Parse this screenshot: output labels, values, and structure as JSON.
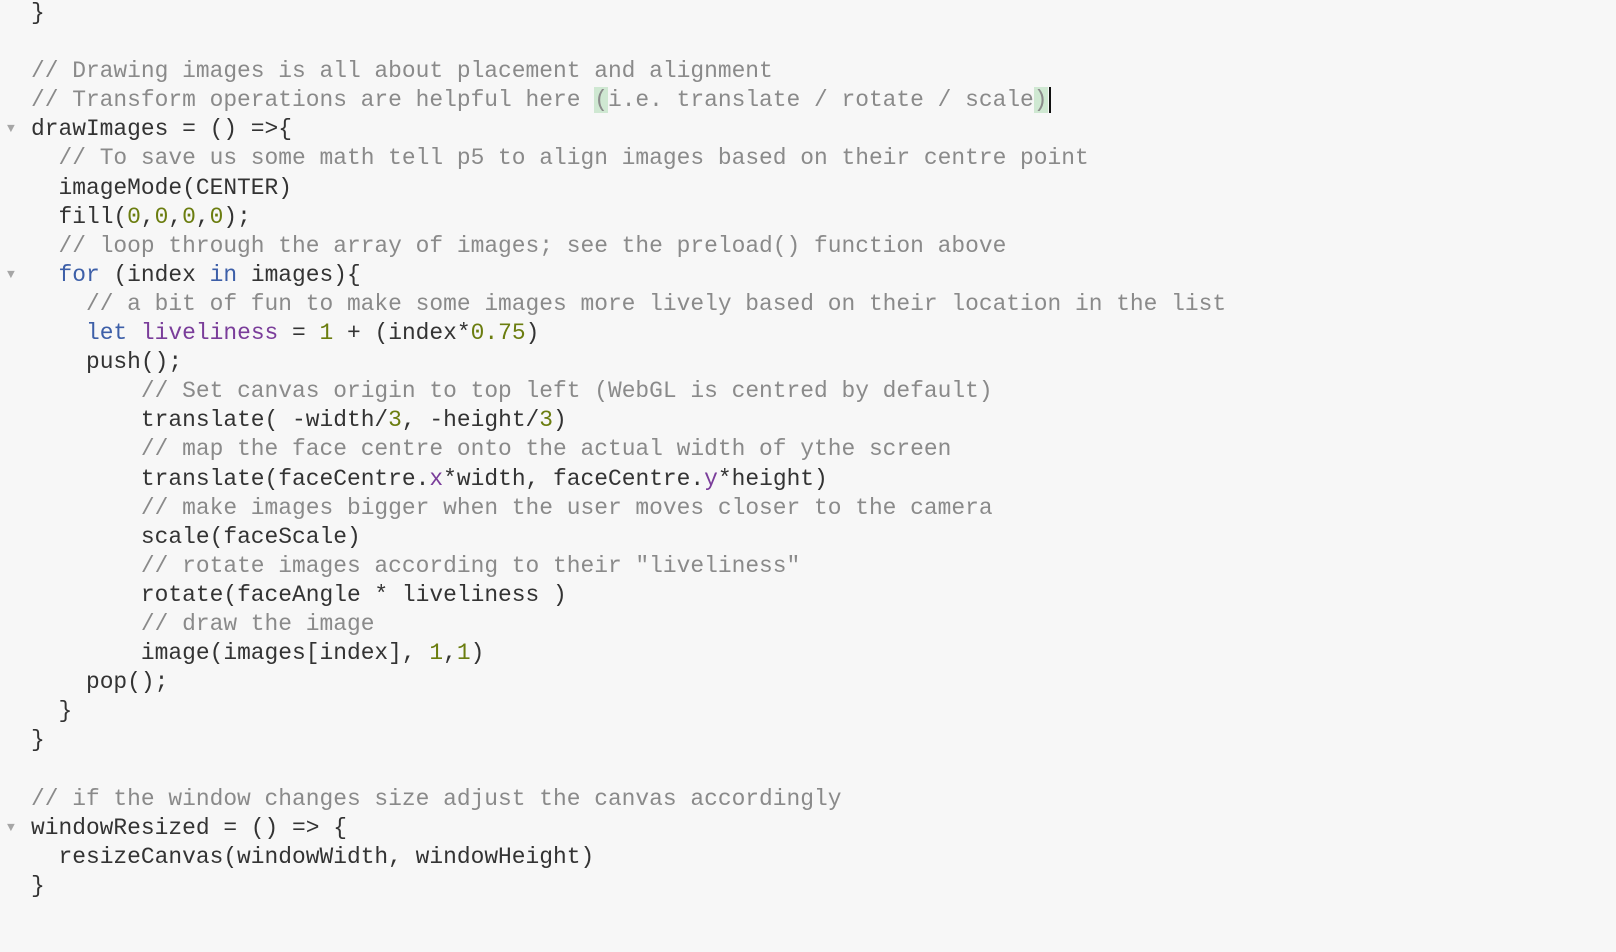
{
  "editor": {
    "colors": {
      "background": "#f7f7f7",
      "text": "#333333",
      "comment": "#8a8a8a",
      "keyword": "#3d5fa8",
      "number": "#6b7d0f",
      "variable": "#7a3d9a",
      "bracket_match": "#cfe8d2",
      "fold_marker": "#a6a6a6"
    },
    "fold_icon": "triangle-down",
    "lines": [
      {
        "indent": "",
        "tokens": [
          {
            "t": "plain",
            "v": "}"
          }
        ]
      },
      {
        "indent": "",
        "tokens": []
      },
      {
        "indent": "",
        "tokens": [
          {
            "t": "comment",
            "v": "// Drawing images is all about placement and alignment"
          }
        ]
      },
      {
        "indent": "",
        "tokens": [
          {
            "t": "comment",
            "v": "// Transform operations are helpful here "
          },
          {
            "t": "match",
            "v": "("
          },
          {
            "t": "comment",
            "v": "i.e. translate / rotate / scale"
          },
          {
            "t": "match",
            "v": ")"
          }
        ],
        "cursor": true
      },
      {
        "indent": "",
        "fold": true,
        "tokens": [
          {
            "t": "plain",
            "v": "drawImages = () =>{"
          }
        ]
      },
      {
        "indent": "  ",
        "tokens": [
          {
            "t": "comment",
            "v": "// To save us some math tell p5 to align images based on their centre point"
          }
        ]
      },
      {
        "indent": "  ",
        "tokens": [
          {
            "t": "plain",
            "v": "imageMode(CENTER)"
          }
        ]
      },
      {
        "indent": "  ",
        "tokens": [
          {
            "t": "plain",
            "v": "fill("
          },
          {
            "t": "number",
            "v": "0"
          },
          {
            "t": "plain",
            "v": ","
          },
          {
            "t": "number",
            "v": "0"
          },
          {
            "t": "plain",
            "v": ","
          },
          {
            "t": "number",
            "v": "0"
          },
          {
            "t": "plain",
            "v": ","
          },
          {
            "t": "number",
            "v": "0"
          },
          {
            "t": "plain",
            "v": ");"
          }
        ]
      },
      {
        "indent": "  ",
        "tokens": [
          {
            "t": "comment",
            "v": "// loop through the array of images; see the preload() function above"
          }
        ]
      },
      {
        "indent": "  ",
        "fold": true,
        "tokens": [
          {
            "t": "keyword",
            "v": "for"
          },
          {
            "t": "plain",
            "v": " (index "
          },
          {
            "t": "keyword",
            "v": "in"
          },
          {
            "t": "plain",
            "v": " images){"
          }
        ]
      },
      {
        "indent": "    ",
        "tokens": [
          {
            "t": "comment",
            "v": "// a bit of fun to make some images more lively based on their location in the list"
          }
        ]
      },
      {
        "indent": "    ",
        "tokens": [
          {
            "t": "keyword",
            "v": "let"
          },
          {
            "t": "plain",
            "v": " "
          },
          {
            "t": "var",
            "v": "liveliness"
          },
          {
            "t": "plain",
            "v": " = "
          },
          {
            "t": "number",
            "v": "1"
          },
          {
            "t": "plain",
            "v": " + (index*"
          },
          {
            "t": "number",
            "v": "0.75"
          },
          {
            "t": "plain",
            "v": ")"
          }
        ]
      },
      {
        "indent": "    ",
        "tokens": [
          {
            "t": "plain",
            "v": "push();"
          }
        ]
      },
      {
        "indent": "        ",
        "tokens": [
          {
            "t": "comment",
            "v": "// Set canvas origin to top left (WebGL is centred by default)"
          }
        ]
      },
      {
        "indent": "        ",
        "tokens": [
          {
            "t": "plain",
            "v": "translate( -width/"
          },
          {
            "t": "number",
            "v": "3"
          },
          {
            "t": "plain",
            "v": ", -height/"
          },
          {
            "t": "number",
            "v": "3"
          },
          {
            "t": "plain",
            "v": ")"
          }
        ]
      },
      {
        "indent": "        ",
        "tokens": [
          {
            "t": "comment",
            "v": "// map the face centre onto the actual width of ythe screen"
          }
        ]
      },
      {
        "indent": "        ",
        "tokens": [
          {
            "t": "plain",
            "v": "translate(faceCentre."
          },
          {
            "t": "prop",
            "v": "x"
          },
          {
            "t": "plain",
            "v": "*width, faceCentre."
          },
          {
            "t": "prop",
            "v": "y"
          },
          {
            "t": "plain",
            "v": "*height)"
          }
        ]
      },
      {
        "indent": "        ",
        "tokens": [
          {
            "t": "comment",
            "v": "// make images bigger when the user moves closer to the camera"
          }
        ]
      },
      {
        "indent": "        ",
        "tokens": [
          {
            "t": "plain",
            "v": "scale(faceScale)"
          }
        ]
      },
      {
        "indent": "        ",
        "tokens": [
          {
            "t": "comment",
            "v": "// rotate images according to their \"liveliness\""
          }
        ]
      },
      {
        "indent": "        ",
        "tokens": [
          {
            "t": "plain",
            "v": "rotate(faceAngle * liveliness )"
          }
        ]
      },
      {
        "indent": "        ",
        "tokens": [
          {
            "t": "comment",
            "v": "// draw the image"
          }
        ]
      },
      {
        "indent": "        ",
        "tokens": [
          {
            "t": "plain",
            "v": "image(images[index], "
          },
          {
            "t": "number",
            "v": "1"
          },
          {
            "t": "plain",
            "v": ","
          },
          {
            "t": "number",
            "v": "1"
          },
          {
            "t": "plain",
            "v": ")"
          }
        ]
      },
      {
        "indent": "    ",
        "tokens": [
          {
            "t": "plain",
            "v": "pop();"
          }
        ]
      },
      {
        "indent": "  ",
        "tokens": [
          {
            "t": "plain",
            "v": "}"
          }
        ]
      },
      {
        "indent": "",
        "tokens": [
          {
            "t": "plain",
            "v": "}"
          }
        ]
      },
      {
        "indent": "",
        "tokens": []
      },
      {
        "indent": "",
        "tokens": [
          {
            "t": "comment",
            "v": "// if the window changes size adjust the canvas accordingly"
          }
        ]
      },
      {
        "indent": "",
        "fold": true,
        "tokens": [
          {
            "t": "plain",
            "v": "windowResized = () => {"
          }
        ]
      },
      {
        "indent": "  ",
        "tokens": [
          {
            "t": "plain",
            "v": "resizeCanvas(windowWidth, windowHeight)"
          }
        ]
      },
      {
        "indent": "",
        "tokens": [
          {
            "t": "plain",
            "v": "}"
          }
        ]
      }
    ]
  }
}
